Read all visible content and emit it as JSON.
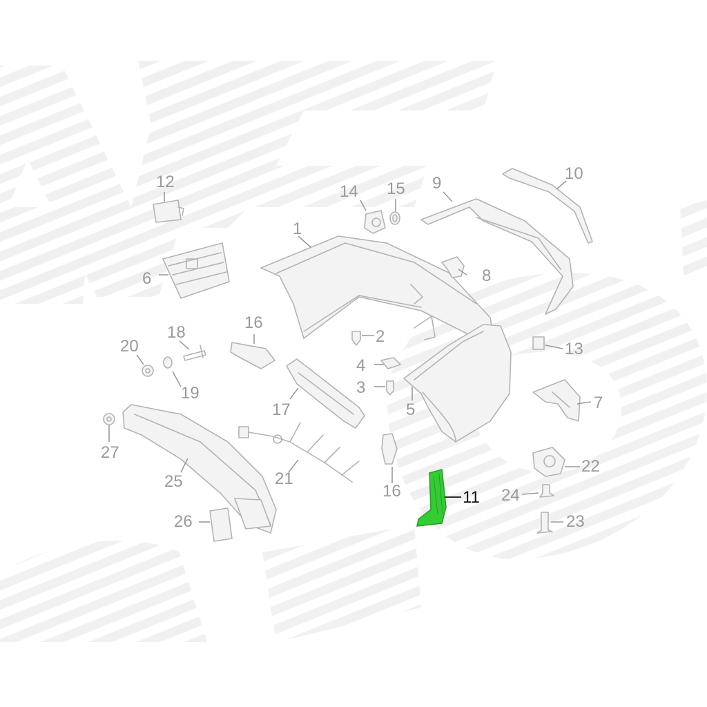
{
  "diagram": {
    "highlight_color": "#33cc33",
    "line_color": "#b3b3b3",
    "label_color": "#9a9a9a",
    "highlight_label_color": "#111111",
    "highlighted_part": "11",
    "callouts": {
      "c1": "1",
      "c2": "2",
      "c3": "3",
      "c4": "4",
      "c5": "5",
      "c6": "6",
      "c7": "7",
      "c8": "8",
      "c9": "9",
      "c10": "10",
      "c11": "11",
      "c12": "12",
      "c13": "13",
      "c14": "14",
      "c15": "15",
      "c16a": "16",
      "c16b": "16",
      "c17": "17",
      "c18": "18",
      "c19": "19",
      "c20": "20",
      "c21": "21",
      "c22": "22",
      "c23": "23",
      "c24": "24",
      "c25": "25",
      "c26": "26",
      "c27": "27"
    }
  }
}
